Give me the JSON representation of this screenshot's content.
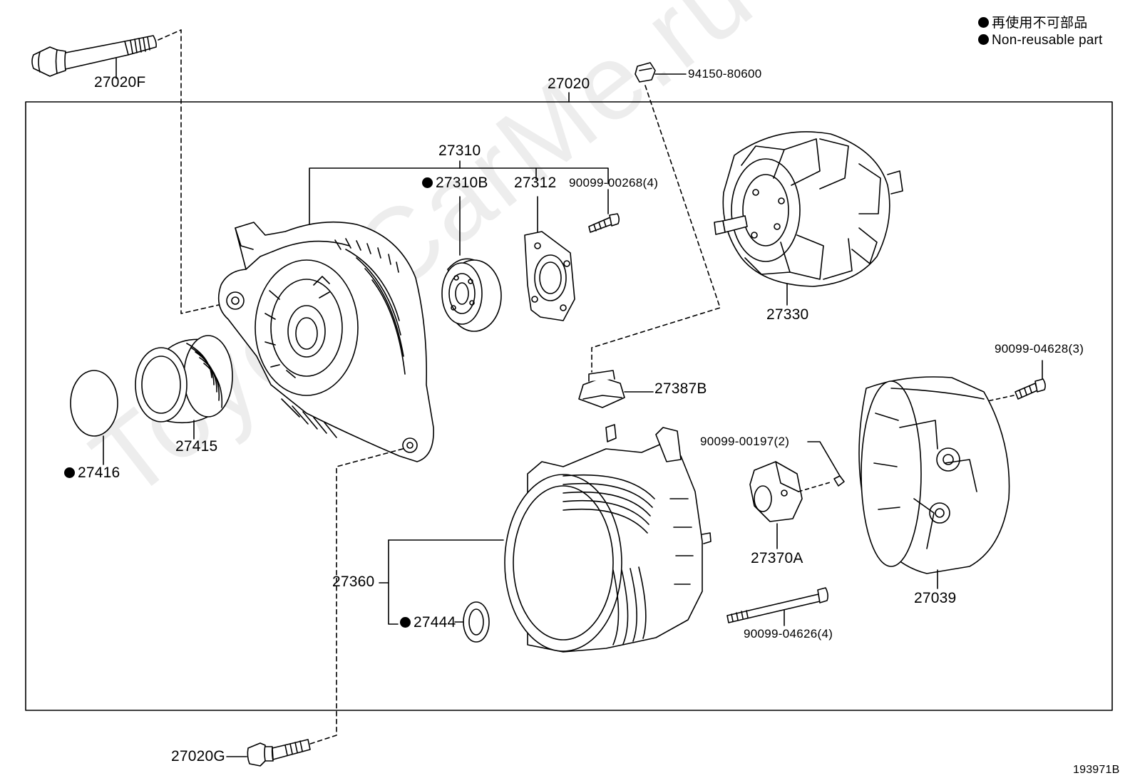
{
  "watermark": "ToyotaCarMe.ru",
  "legend": {
    "jp": "再使用不可部品",
    "en": "Non-reusable part"
  },
  "diagram_id": "193971B",
  "parts": {
    "p27020F": "27020F",
    "p27020": "27020",
    "p94150": "94150-80600",
    "p27310": "27310",
    "p27310B": "27310B",
    "p27312": "27312",
    "p90099_00268": "90099-00268(4)",
    "p27330": "27330",
    "p90099_04628": "90099-04628(3)",
    "p27387B": "27387B",
    "p27415": "27415",
    "p27416": "27416",
    "p90099_00197": "90099-00197(2)",
    "p27370A": "27370A",
    "p27039": "27039",
    "p27360": "27360",
    "p27444": "27444",
    "p90099_04626": "90099-04626(4)",
    "p27020G": "27020G"
  }
}
